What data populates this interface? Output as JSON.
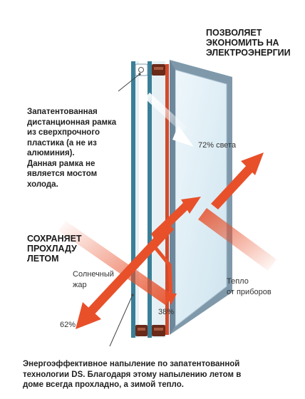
{
  "heading_top": [
    "ПОЗВОЛЯЕТ",
    "ЭКОНОМИТЬ НА",
    "ЭЛЕКТРОЭНЕРГИИ"
  ],
  "frame_note": [
    "Запатентованная",
    "дистанционная рамка",
    "из сверхпрочного",
    "пластика (а не из",
    "алюминия).",
    "Данная рамка не",
    "является мостом",
    "холода."
  ],
  "summer_heading": [
    "СОХРАНЯЕТ",
    "ПРОХЛАДУ",
    "ЛЕТОМ"
  ],
  "sun_heat": [
    "Солнечный",
    "жар"
  ],
  "room_heat": [
    "Тепло",
    "от приборов"
  ],
  "light_pct": "72% света",
  "pct_62": "62%",
  "pct_38": "38%",
  "coating_note": [
    "Энергоэффективное напыление по запатентованной",
    "технологии DS. Благодаря этому напылению летом в",
    "доме всегда прохладно, а зимой тепло."
  ],
  "colors": {
    "arrow": "#e8502a",
    "frame_blue": "#3a7f97",
    "glass_rim": "#7f99ab",
    "glass_light": "#dcedf6",
    "coating_red": "#d24a2c",
    "spacer": "#6a2a1a"
  }
}
